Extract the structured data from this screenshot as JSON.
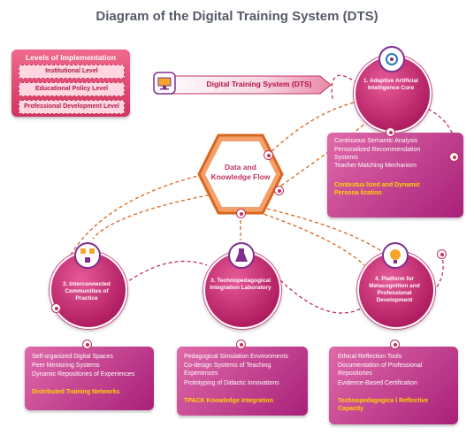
{
  "title": "Diagram of the Digital Training System (DTS)",
  "levels": {
    "title": "Levels of Implementation",
    "items": [
      "Institutional Level",
      "Educational Policy Level",
      "Professional Development Level"
    ]
  },
  "banner": {
    "label": "Digital Training System (DTS)"
  },
  "hub": {
    "label_line1": "Data and",
    "label_line2": "Knowledge Flow"
  },
  "nodes": {
    "n1": {
      "label": "1. Adaptive Artificial Intelligence Core",
      "icon": "ai-gear-icon"
    },
    "n2": {
      "label": "2. Interconnected Communities of Practice",
      "icon": "network-icon"
    },
    "n3": {
      "label": "3. Technopedagogical Integration Laboratory",
      "icon": "lab-flask-icon"
    },
    "n4": {
      "label": "4. Platform for Metacognition and Professional Development",
      "icon": "head-brain-icon"
    }
  },
  "boxes": {
    "b1": {
      "items": [
        "Continuous Semantic Analysis",
        "Personalized Recommendation Systems",
        "Teacher Matching Mechanism"
      ],
      "highlight": "Contextua lized and Dynamic Persona lization"
    },
    "b2": {
      "items": [
        "Self-organized Digital Spaces",
        "Peer Mentoring Systems",
        "Dynamic Repositories of Experiences"
      ],
      "highlight": "Distributed Training Networks"
    },
    "b3": {
      "items": [
        "Pedagogical Simulation Environments",
        "Co-design Systems of Teaching Experiences",
        "Prototyping of Didactic Innovations"
      ],
      "highlight": "TPACK Knowledge Integration"
    },
    "b4": {
      "items": [
        "Ethical Reflection Tools",
        "Documentation of Professional Repositories",
        "Evidence-Based Certification"
      ],
      "highlight": "Technopedagogica l Reflective Capacity"
    }
  },
  "colors": {
    "accent": "#c0335a",
    "title": "#555b66",
    "highlight": "#ffd400",
    "hub_border": "#d9661f"
  }
}
